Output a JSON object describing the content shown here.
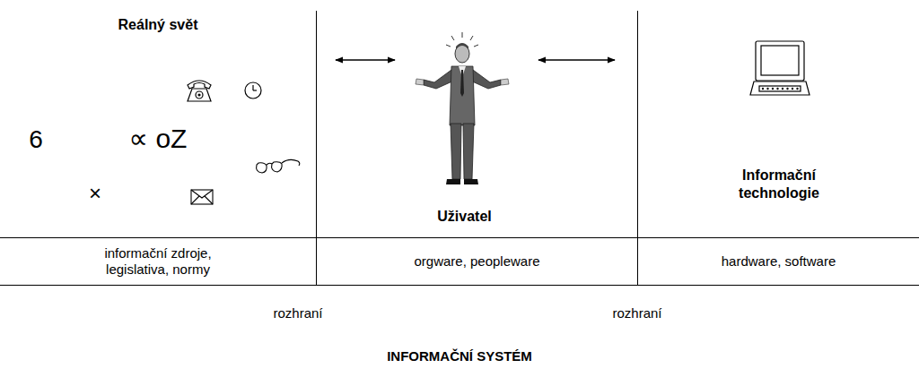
{
  "diagram": {
    "title": "INFORMAČNÍ SYSTÉM",
    "nodes": [
      {
        "text": [
          "Reálný svět"
        ]
      },
      {
        "text": [
          "Uživatel"
        ]
      },
      {
        "text": [
          "Informační technologie"
        ]
      },
      {
        "text": [
          "informační zdroje, legislativa, normy"
        ]
      },
      {
        "text": [
          "orgware, peopleware"
        ]
      },
      {
        "text": [
          "hardware, software"
        ]
      }
    ],
    "edges": [
      {
        "from": 0,
        "to": 1,
        "arrow": "both"
      },
      {
        "from": 1,
        "to": 2,
        "arrow": "both"
      }
    ],
    "labels": [
      "6",
      "∝ oZ",
      "×",
      "rozhraní",
      "rozhraní"
    ]
  }
}
